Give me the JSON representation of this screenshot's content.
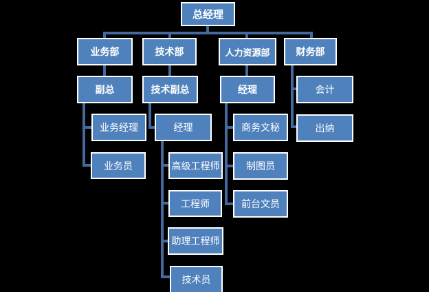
{
  "diagram": {
    "type": "org-chart",
    "colors": {
      "background": "#000000",
      "node_fill": "#4f81bd",
      "node_border": "#ffffff",
      "connector": "#45699e",
      "text": "#ffffff"
    }
  },
  "nodes": {
    "ceo": {
      "label": "总经理",
      "reports_to": null
    },
    "biz_dept": {
      "label": "业务部",
      "reports_to": "ceo"
    },
    "tech_dept": {
      "label": "技术部",
      "reports_to": "ceo"
    },
    "hr_dept": {
      "label": "人力资源部",
      "reports_to": "ceo"
    },
    "fin_dept": {
      "label": "财务部",
      "reports_to": "ceo"
    },
    "deputy_gm": {
      "label": "副总",
      "reports_to": "biz_dept"
    },
    "tech_deputy_gm": {
      "label": "技术副总",
      "reports_to": "tech_dept"
    },
    "hr_manager": {
      "label": "经理",
      "reports_to": "hr_dept"
    },
    "accountant": {
      "label": "会计",
      "reports_to": "fin_dept"
    },
    "cashier": {
      "label": "出纳",
      "reports_to": "fin_dept"
    },
    "biz_manager": {
      "label": "业务经理",
      "reports_to": "deputy_gm"
    },
    "salesman": {
      "label": "业务员",
      "reports_to": "deputy_gm"
    },
    "tech_manager": {
      "label": "经理",
      "reports_to": "tech_deputy_gm"
    },
    "senior_engineer": {
      "label": "高级工程师",
      "reports_to": "tech_manager"
    },
    "engineer": {
      "label": "工程师",
      "reports_to": "tech_manager"
    },
    "assistant_engineer": {
      "label": "助理工程师",
      "reports_to": "tech_manager"
    },
    "technician": {
      "label": "技术员",
      "reports_to": "tech_manager"
    },
    "biz_secretary": {
      "label": "商务文秘",
      "reports_to": "hr_manager"
    },
    "draftsman": {
      "label": "制图员",
      "reports_to": "hr_manager"
    },
    "receptionist": {
      "label": "前台文员",
      "reports_to": "hr_manager"
    }
  }
}
